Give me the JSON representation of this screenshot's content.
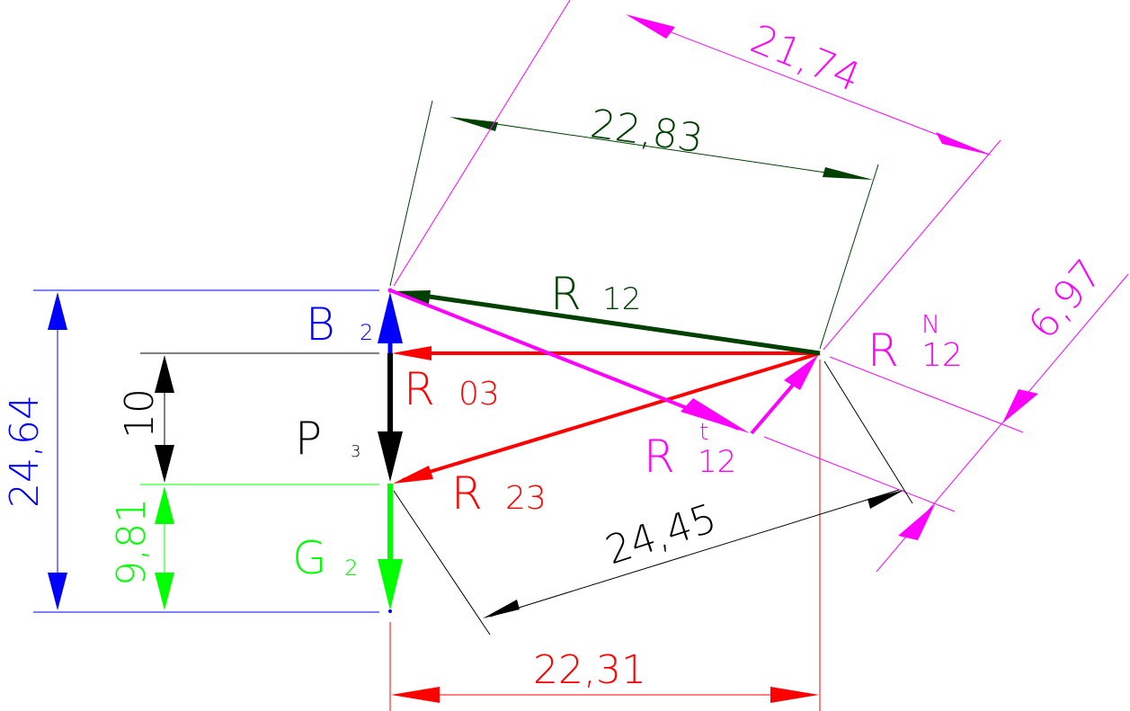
{
  "colors": {
    "blue": "#0000ff",
    "black": "#000000",
    "green": "#00ff00",
    "dark_green": "#004000",
    "red": "#ff0000",
    "magenta": "#ff00ff"
  },
  "vectors": {
    "B2": {
      "main": "B",
      "sub": "2"
    },
    "P3": {
      "main": "P",
      "sub": "3"
    },
    "G2": {
      "main": "G",
      "sub": "2"
    },
    "R03": {
      "main": "R",
      "sub": "03"
    },
    "R23": {
      "main": "R",
      "sub": "23"
    },
    "R12": {
      "main": "R",
      "sub": "12"
    },
    "R12N": {
      "main": "R",
      "sup": "N",
      "sub": "12"
    },
    "R12t": {
      "main": "R",
      "sup": "t",
      "sub": "12"
    }
  },
  "dimensions": {
    "total_vertical": "24,64",
    "p3_length": "10",
    "g2_length": "9,81",
    "r12_length": "22,83",
    "r12n_length": "21,74",
    "r12t_length": "6,97",
    "r23_length": "24,45",
    "r03_length": "22,31"
  }
}
